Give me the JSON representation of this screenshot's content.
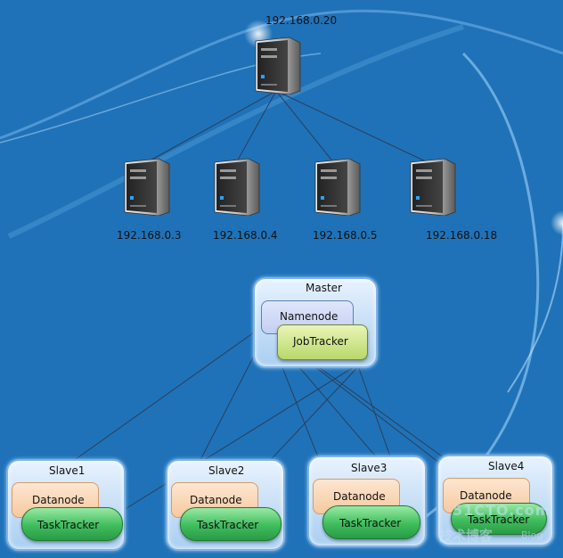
{
  "top_server": {
    "ip": "192.168.0.20"
  },
  "servers": [
    {
      "ip": "192.168.0.3"
    },
    {
      "ip": "192.168.0.4"
    },
    {
      "ip": "192.168.0.5"
    },
    {
      "ip": "192.168.0.18"
    }
  ],
  "master": {
    "title": "Master",
    "namenode": "Namenode",
    "jobtracker": "JobTracker"
  },
  "slaves": [
    {
      "title": "Slave1",
      "datanode": "Datanode",
      "tasktracker": "TaskTracker"
    },
    {
      "title": "Slave2",
      "datanode": "Datanode",
      "tasktracker": "TaskTracker"
    },
    {
      "title": "Slave3",
      "datanode": "Datanode",
      "tasktracker": "TaskTracker"
    },
    {
      "title": "Slave4",
      "datanode": "Datanode",
      "tasktracker": "TaskTracker"
    }
  ],
  "watermark": {
    "line1": "51CTO.com",
    "line2": "技术博客",
    "line3": "Blog"
  },
  "colors": {
    "background": "#1f72b8",
    "namenode": "#c3cff2",
    "jobtracker": "#b9d86a",
    "datanode": "#f6c9a0",
    "tasktracker": "#3fbd5c"
  }
}
